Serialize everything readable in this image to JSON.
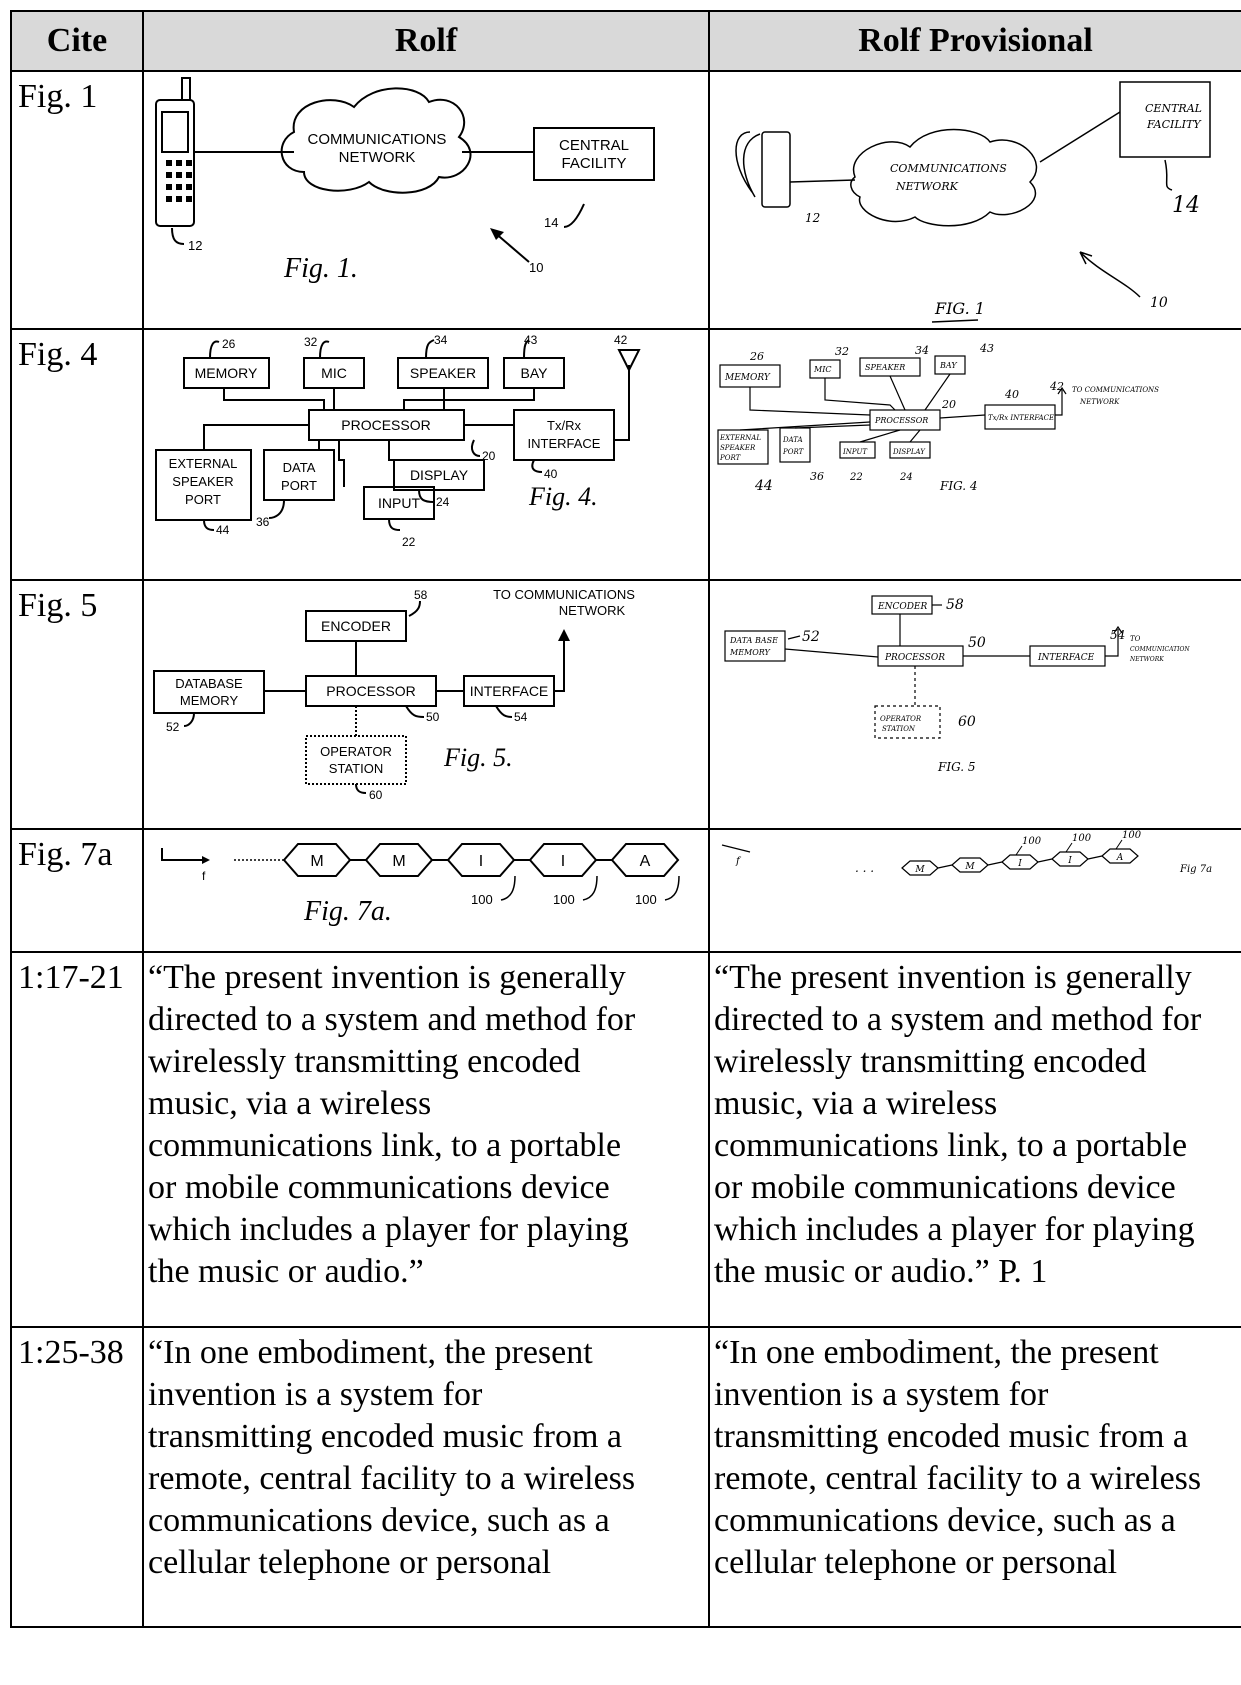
{
  "headers": {
    "cite": "Cite",
    "rolf": "Rolf",
    "provisional": "Rolf Provisional"
  },
  "fig1": {
    "cite": "Fig. 1",
    "rolf": {
      "network": [
        "COMMUNICATIONS",
        "NETWORK"
      ],
      "facility": [
        "CENTRAL",
        "FACILITY"
      ],
      "ref_phone": "12",
      "ref_facility": "14",
      "ref_system": "10",
      "caption": "Fig. 1."
    },
    "prov": {
      "facility": [
        "CENTRAL",
        "FACILITY"
      ],
      "network": [
        "COMMUNICATIONS",
        "NETWORK"
      ],
      "ref_phone": "12",
      "ref_facility": "14",
      "ref_system": "10",
      "caption": "FIG. 1"
    }
  },
  "fig4": {
    "cite": "Fig. 4",
    "rolf": {
      "memory": "MEMORY",
      "mic": "MIC",
      "speaker": "SPEAKER",
      "bay": "BAY",
      "processor": "PROCESSOR",
      "interface_top": "Tx/Rx",
      "interface": "INTERFACE",
      "ext": [
        "EXTERNAL",
        "SPEAKER",
        "PORT"
      ],
      "data": [
        "DATA",
        "PORT"
      ],
      "display": "DISPLAY",
      "input": "INPUT",
      "r26": "26",
      "r32": "32",
      "r34": "34",
      "r43": "43",
      "r42": "42",
      "r20": "20",
      "r40": "40",
      "r44": "44",
      "r36": "36",
      "r24": "24",
      "r22": "22",
      "caption": "Fig. 4."
    },
    "prov": {
      "memory": "MEMORY",
      "mic": "MIC",
      "speaker": "SPEAKER",
      "bay": "BAY",
      "processor": "PROCESSOR",
      "interface": "Tx/Rx INTERFACE",
      "to": [
        "TO COMMUNICATIONS",
        "NETWORK"
      ],
      "ext": [
        "EXTERNAL",
        "SPEAKER",
        "PORT"
      ],
      "data": [
        "DATA",
        "PORT"
      ],
      "input": "INPUT",
      "display": "DISPLAY",
      "r26": "26",
      "r32": "32",
      "r34": "34",
      "r43": "43",
      "r42": "42",
      "r20": "20",
      "r40": "40",
      "r44": "44",
      "r36": "36",
      "r22": "22",
      "r24": "24",
      "caption": "FIG. 4"
    }
  },
  "fig5": {
    "cite": "Fig. 5",
    "rolf": {
      "to": [
        "TO COMMUNICATIONS",
        "NETWORK"
      ],
      "encoder": "ENCODER",
      "db": [
        "DATABASE",
        "MEMORY"
      ],
      "processor": "PROCESSOR",
      "interface": "INTERFACE",
      "operator": [
        "OPERATOR",
        "STATION"
      ],
      "r58": "58",
      "r52": "52",
      "r50": "50",
      "r54": "54",
      "r60": "60",
      "caption": "Fig. 5."
    },
    "prov": {
      "encoder": "ENCODER",
      "db": [
        "DATA BASE",
        "MEMORY"
      ],
      "processor": "PROCESSOR",
      "interface": "INTERFACE",
      "to": [
        "TO",
        "COMMUNICATION",
        "NETWORK"
      ],
      "operator": [
        "OPERATOR",
        "STATION"
      ],
      "r58": "58",
      "r52": "52",
      "r50": "50",
      "r54": "54",
      "r60": "60",
      "caption": "FIG. 5"
    }
  },
  "fig7a": {
    "cite": "Fig. 7a",
    "rolf": {
      "f": "f",
      "cells": [
        "M",
        "M",
        "I",
        "I",
        "A"
      ],
      "r100": "100",
      "caption": "Fig. 7a."
    },
    "prov": {
      "f": "f",
      "dots": ". . .",
      "cells": [
        "M",
        "M",
        "I",
        "I",
        "A"
      ],
      "r100": "100",
      "caption": "Fig 7a"
    }
  },
  "rows": [
    {
      "cite": "1:17-21",
      "rolf": [
        "“The present invention is generally",
        "directed to a system and method for",
        "wirelessly transmitting encoded",
        "music, via a wireless",
        "communications link, to a portable",
        "or mobile communications device",
        "which includes a player for playing",
        "the music or audio.”"
      ],
      "prov": [
        "“The present invention is generally",
        "directed to a system and method for",
        "wirelessly transmitting encoded",
        "music, via a wireless",
        "communications link, to a portable",
        "or mobile communications device",
        "which includes a player for playing",
        "the music or audio.”  P. 1"
      ]
    },
    {
      "cite": "1:25-38",
      "rolf": [
        "“In one embodiment, the present",
        "invention is a system for",
        "transmitting encoded music from a",
        "remote, central facility to a wireless",
        "communications device, such as a",
        "cellular telephone or personal"
      ],
      "prov": [
        "“In one embodiment, the present",
        "invention is a system for",
        "transmitting encoded music from a",
        "remote, central facility to a wireless",
        "communications device, such as a",
        "cellular telephone or personal"
      ]
    }
  ]
}
